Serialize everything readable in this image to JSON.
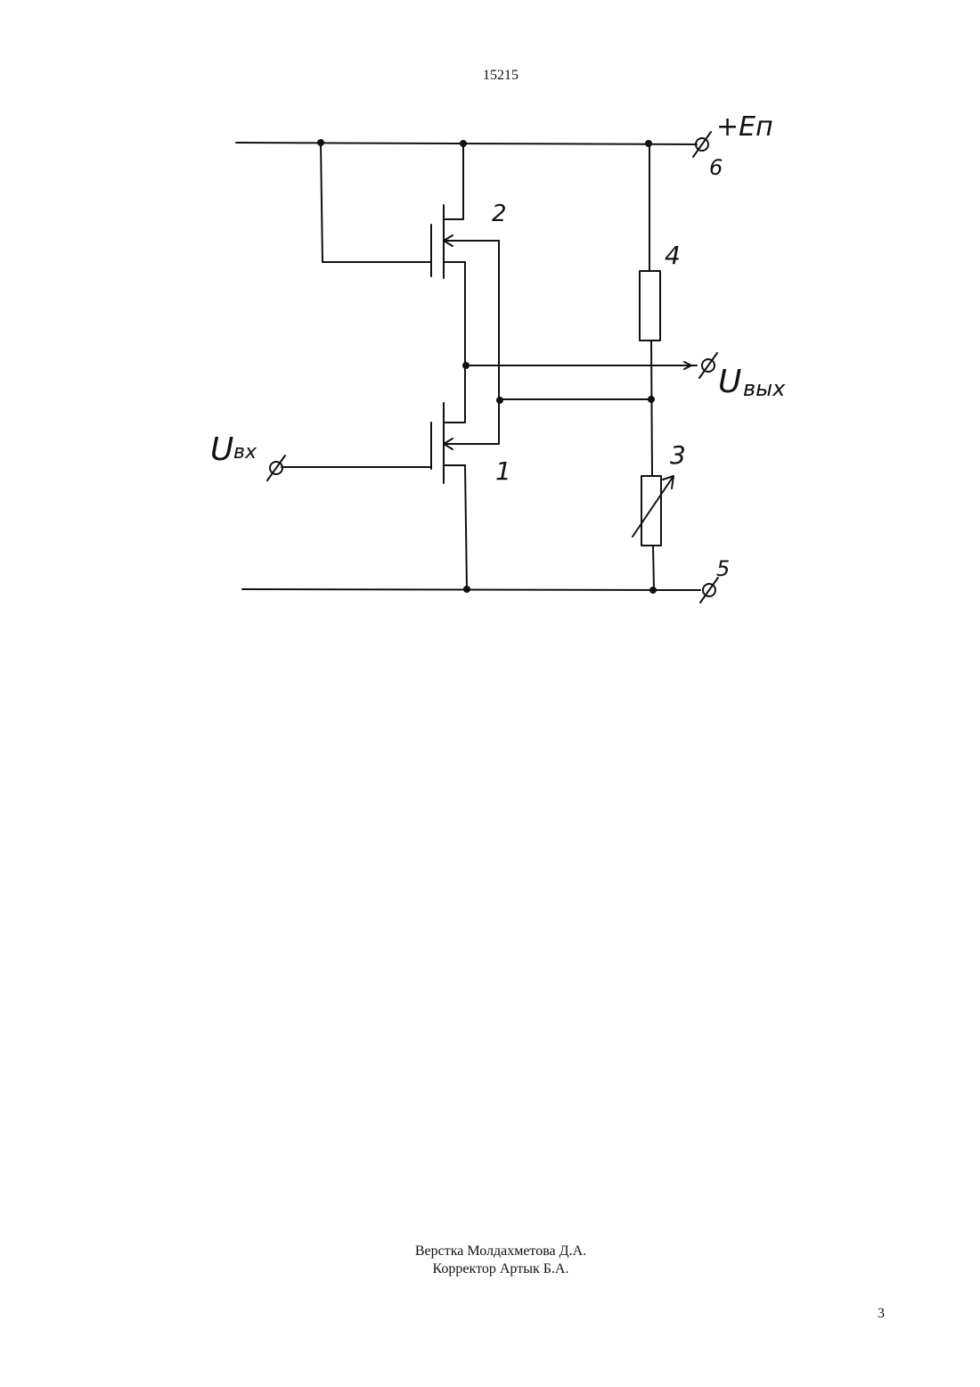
{
  "header": {
    "document_number": "15215"
  },
  "diagram": {
    "labels": {
      "supply": "+Eп",
      "terminal_6": "6",
      "terminal_5": "5",
      "transistor_2": "2",
      "transistor_1": "1",
      "resistor_4": "4",
      "resistor_3": "3",
      "input_u": "U",
      "input_sub": "вх",
      "output_u": "U",
      "output_sub": "вых"
    }
  },
  "footer": {
    "layout_credit": "Верстка Молдахметова Д.А.",
    "proof_credit": "Корректор Артык Б.А.",
    "page_number": "3"
  }
}
